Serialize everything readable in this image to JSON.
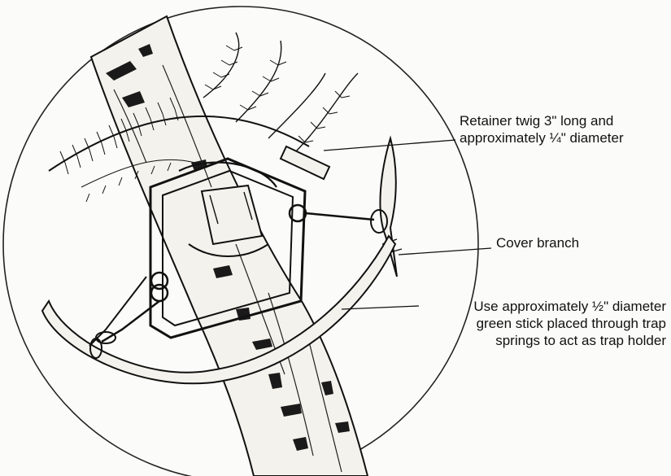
{
  "callouts": {
    "retainer_twig": {
      "line1": "Retainer twig 3\" long and",
      "line2": "approximately ¼\" diameter"
    },
    "cover_branch": {
      "line1": "Cover branch"
    },
    "trap_holder": {
      "line1": "Use approximately ½\" diameter",
      "line2": "green stick placed through trap",
      "line3": "springs to act as trap holder"
    }
  },
  "colors": {
    "ink": "#111111",
    "paper": "#fbfbf9"
  }
}
